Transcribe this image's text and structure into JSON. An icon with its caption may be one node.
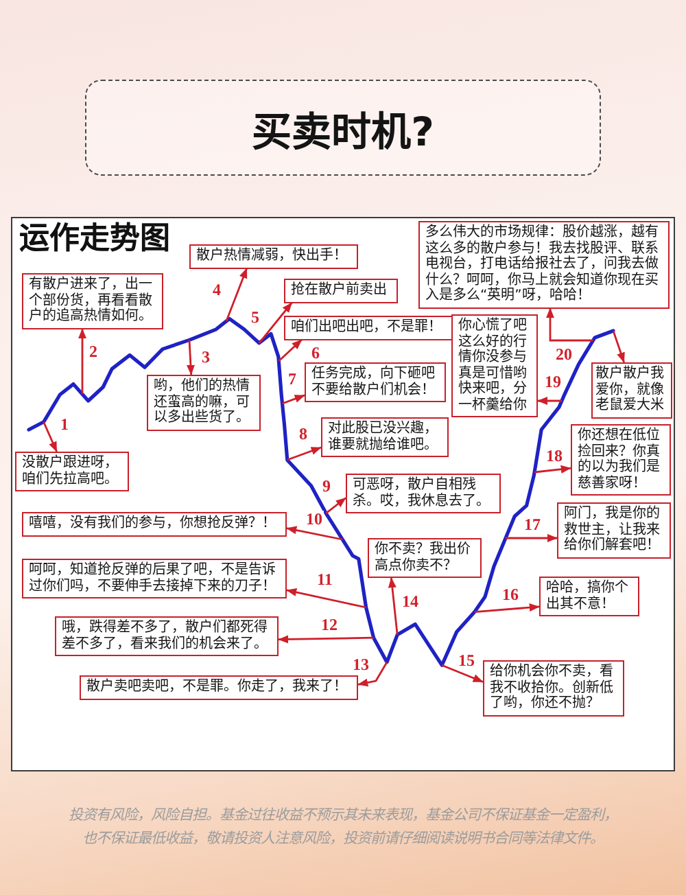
{
  "diagram": {
    "title": "买卖时机?",
    "nodes": [
      {
        "text": [
          "运作走势图"
        ]
      },
      {
        "text": [
          "没散户跟进呀，咱们先拉高吧。"
        ],
        "in": 0
      },
      {
        "text": [
          "有散户进来了，出一个部份货，再看看散户的追高热情如何。"
        ],
        "in": 0
      },
      {
        "text": [
          "哟，他们的热情还蛮高的嘛，可以多出些货了。"
        ],
        "in": 0
      },
      {
        "text": [
          "散户热情减弱，快出手！"
        ],
        "in": 0
      },
      {
        "text": [
          "抢在散户前卖出"
        ],
        "in": 0
      },
      {
        "text": [
          "咱们出吧出吧，不是罪！"
        ],
        "in": 0
      },
      {
        "text": [
          "任务完成，向下砸吧不要给散户们机会！"
        ],
        "in": 0
      },
      {
        "text": [
          "对此股已没兴趣，谁要就抛给谁吧。"
        ],
        "in": 0
      },
      {
        "text": [
          "可恶呀，散户自相残杀。哎，我休息去了。"
        ],
        "in": 0
      },
      {
        "text": [
          "嘻嘻，没有我们的参与，你想抢反弹？！"
        ],
        "in": 0
      },
      {
        "text": [
          "呵呵，知道抢反弹的后果了吧，不是告诉过你们吗，不要伸手去接掉下来的刀子！"
        ],
        "in": 0
      },
      {
        "text": [
          "哦，跌得差不多了，散户们都死得差不多了，看来我们的机会来了。"
        ],
        "in": 0
      },
      {
        "text": [
          "散户卖吧卖吧，不是罪。你走了，我来了！"
        ],
        "in": 0
      },
      {
        "text": [
          "你不卖？我出价高点你卖不？"
        ],
        "in": 0
      },
      {
        "text": [
          "给你机会你不卖，看我不收拾你。创新低了哟，你还不抛？"
        ],
        "in": 0
      },
      {
        "text": [
          "哈哈，搞你个出其不意！"
        ],
        "in": 0
      },
      {
        "text": [
          "阿门，我是你的救世主，让我来给你们解套吧！"
        ],
        "in": 0
      },
      {
        "text": [
          "你还想在低位捡回来？你真的以为我们是慈善家呀！"
        ],
        "in": 0
      },
      {
        "text": [
          "你心慌了吧这么好的行情你没参与真是可惜哟快来吧，分一杯羹给你"
        ],
        "in": 0
      },
      {
        "text": [
          "多么伟大的市场规律：股价越涨，越有这么多的散户参与！我去找股评、联系电视台，打电话给报社去了，问我去做什么？呵呵，你马上就会知道你现在买入是多么“英明”呀，哈哈！"
        ],
        "in": 0
      },
      {
        "text": [
          "散户散户我爱你，就像老鼠爱大米"
        ],
        "in": 0
      }
    ],
    "edges": [
      {
        "from": null,
        "to": 1,
        "arrow": "to",
        "label": "1"
      },
      {
        "from": null,
        "to": 2,
        "arrow": "to",
        "label": "2"
      },
      {
        "from": null,
        "to": 3,
        "arrow": "to",
        "label": "3"
      },
      {
        "from": null,
        "to": 4,
        "arrow": "to",
        "label": "4"
      },
      {
        "from": null,
        "to": 5,
        "arrow": "to",
        "label": "5"
      },
      {
        "from": null,
        "to": 6,
        "arrow": "to",
        "label": "6"
      },
      {
        "from": null,
        "to": 7,
        "arrow": "to",
        "label": "7"
      },
      {
        "from": null,
        "to": 8,
        "arrow": "to",
        "label": "8"
      },
      {
        "from": null,
        "to": 9,
        "arrow": "to",
        "label": "9"
      },
      {
        "from": null,
        "to": 10,
        "arrow": "to",
        "label": "10"
      },
      {
        "from": null,
        "to": 11,
        "arrow": "to",
        "label": "11"
      },
      {
        "from": null,
        "to": 12,
        "arrow": "to",
        "label": "12"
      },
      {
        "from": null,
        "to": 13,
        "arrow": "to",
        "label": "13"
      },
      {
        "from": null,
        "to": 14,
        "arrow": "to",
        "label": "14"
      },
      {
        "from": null,
        "to": 15,
        "arrow": "to",
        "label": "15"
      },
      {
        "from": null,
        "to": 16,
        "arrow": "to",
        "label": "16"
      },
      {
        "from": null,
        "to": 17,
        "arrow": "to",
        "label": "17"
      },
      {
        "from": null,
        "to": 18,
        "arrow": "to",
        "label": "18"
      },
      {
        "from": null,
        "to": 19,
        "arrow": "to",
        "label": "19"
      },
      {
        "from": null,
        "to": 20,
        "arrow": "to",
        "label": "20"
      },
      {
        "from": null,
        "to": 21,
        "arrow": "to"
      }
    ],
    "labels": [
      "投资有风险，风险自担。基金过往收益不预示其未来表现，基金公司不保证基金一定盈利，也不保证最低收益，敬请投资人注意风险，投资前请仔细阅读说明书合同等法律文件。"
    ]
  }
}
